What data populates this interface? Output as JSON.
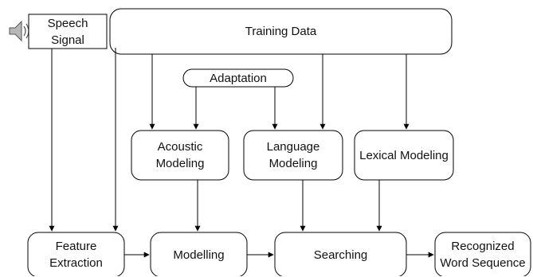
{
  "diagram": {
    "speaker_icon": "speaker-icon",
    "nodes": {
      "speech_signal": "Speech\nSignal",
      "training_data": "Training Data",
      "adaptation": "Adaptation",
      "acoustic_modeling": "Acoustic\nModeling",
      "language_modeling": "Language\nModeling",
      "lexical_modeling": "Lexical Modeling",
      "feature_extraction": "Feature\nExtraction",
      "modelling": "Modelling",
      "searching": "Searching",
      "recognized_word_sequence": "Recognized\nWord Sequence"
    },
    "colors": {
      "stroke": "#000000",
      "fill": "#ffffff",
      "speaker_body": "#b8b8b8"
    }
  }
}
